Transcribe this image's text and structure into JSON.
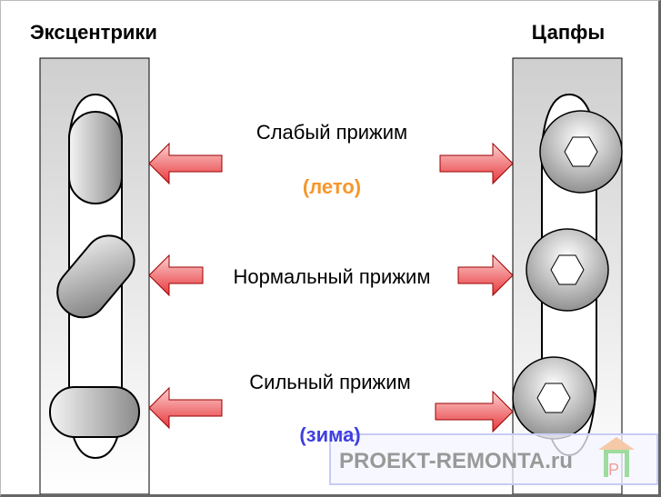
{
  "headings": {
    "left": "Эксцентрики",
    "right": "Цапфы"
  },
  "labels": {
    "weak": "Слабый прижим",
    "summer": "(лето)",
    "normal": "Нормальный прижим",
    "strong": "Сильный прижим",
    "winter": "(зима)"
  },
  "watermark": {
    "text": "PROEKT-REMONTA.ru",
    "logo_letter": "P"
  },
  "colors": {
    "summer": "#f7962a",
    "winter": "#3f3fe0",
    "arrow": "#e8383c"
  }
}
